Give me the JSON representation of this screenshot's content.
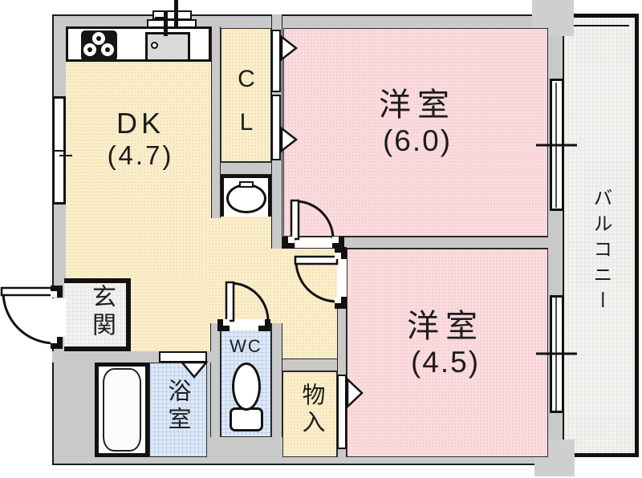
{
  "floorplan": {
    "type": "2DK apartment floor plan",
    "rooms": {
      "dk": {
        "name": "DK",
        "size": "(4.7)"
      },
      "closet": {
        "top": "C",
        "bottom": "L"
      },
      "west6": {
        "name": "洋室",
        "size": "(6.0)"
      },
      "west45": {
        "name": "洋室",
        "size": "(4.5)"
      },
      "balcony": {
        "name": "バルコニー"
      },
      "entrance": {
        "name": "玄関"
      },
      "bath": {
        "name": "浴室"
      },
      "wc": {
        "name": "WC"
      },
      "storage": {
        "name": "物入"
      }
    },
    "icons": [
      "stove-icon",
      "sink-icon",
      "faucet-icon",
      "washbasin-icon",
      "toilet-icon",
      "bathtub-icon",
      "door-swing-icon",
      "folding-door-icon",
      "window-icon"
    ],
    "colors": {
      "wall_gray": "#c9c9c9",
      "room_cream": "#faeecb",
      "room_pink": "#fadcde",
      "room_blue": "#dde9f7",
      "floor_light": "#f2f2ef",
      "line_black": "#1a1a1a"
    }
  }
}
